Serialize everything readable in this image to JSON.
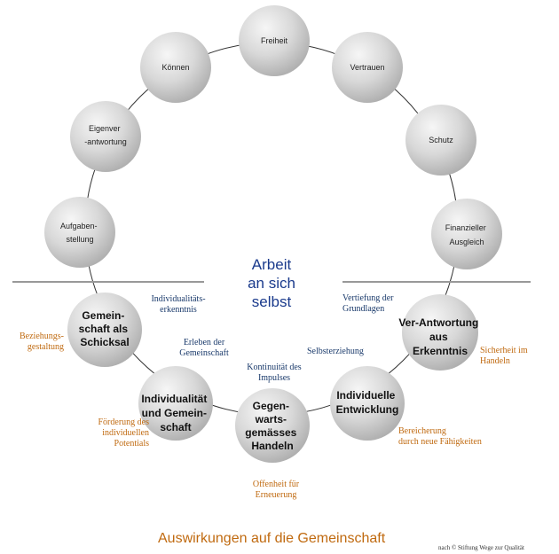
{
  "upper_nodes": [
    {
      "id": "freiheit",
      "lines": [
        "Freiheit"
      ]
    },
    {
      "id": "koennen",
      "lines": [
        "Können"
      ]
    },
    {
      "id": "vertrauen",
      "lines": [
        "Vertrauen"
      ]
    },
    {
      "id": "eigenverantwortung",
      "lines": [
        "Eigenver",
        "-antwortung"
      ]
    },
    {
      "id": "schutz",
      "lines": [
        "Schutz"
      ]
    },
    {
      "id": "aufgabenstellung",
      "lines": [
        "Aufgaben-",
        "stellung"
      ]
    },
    {
      "id": "finanzieller-ausgleich",
      "lines": [
        "Finanzieller",
        "Ausgleich"
      ]
    }
  ],
  "lower_nodes": [
    {
      "id": "gemeinschaft-schicksal",
      "lines": [
        "Gemein-",
        "schaft als",
        "Schicksal"
      ]
    },
    {
      "id": "verantwortung-erkenntnis",
      "lines": [
        "Ver-Antwortung",
        "aus",
        "Erkenntnis"
      ]
    },
    {
      "id": "individualitaet-gemeinschaft",
      "lines": [
        "Individualität",
        "und Gemein-",
        "schaft"
      ]
    },
    {
      "id": "individuelle-entwicklung",
      "lines": [
        "Individuelle",
        "Entwicklung"
      ]
    },
    {
      "id": "gegenwartsgemaesses-handeln",
      "lines": [
        "Gegen-",
        "warts-",
        "gemässes",
        "Handeln"
      ]
    }
  ],
  "center_title": [
    "Arbeit",
    "an sich",
    "selbst"
  ],
  "annotations": {
    "individualitaetserkenntnis": "Individualitäts-\nerkenntnis",
    "vertiefung": "Vertiefung der\nGrundlagen",
    "erleben": "Erleben der\nGemeinschaft",
    "selbsterziehung": "Selbsterziehung",
    "kontinuitaet": "Kontinuität des\nImpulses",
    "beziehungsgestaltung": "Beziehungs-\ngestaltung",
    "sicherheit": "Sicherheit  im\nHandeln",
    "foerderung": "Förderung des\nindividuellen\nPotentials",
    "bereicherung": "Bereicherung\ndurch neue Fähigkeiten",
    "offenheit": "Offenheit für\nErneuerung"
  },
  "footer_title": "Auswirkungen auf die Gemeinschaft",
  "credit": "nach © Stiftung Wege zur Qualität",
  "colors": {
    "blue_text": "#1a3a6b",
    "orange_text": "#c06a10",
    "title_blue": "#1a3a8c",
    "node_light": "#f4f4f4",
    "node_dark": "#b4b4b4",
    "divider": "#999999"
  }
}
